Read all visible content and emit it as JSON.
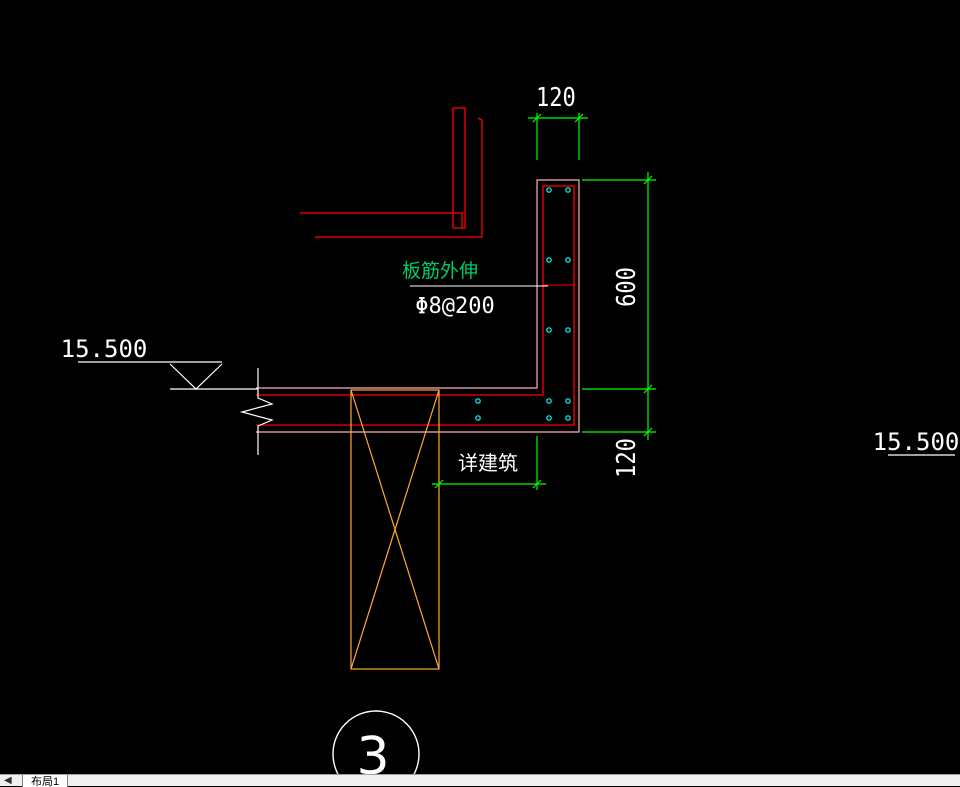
{
  "drawing": {
    "labels": {
      "dim_top": "120",
      "dim_right_upper": "600",
      "dim_right_lower": "120",
      "elevation_left": "15.500",
      "elevation_right": "15.500",
      "note_slab_rebar": "板筋外伸",
      "rebar_spec": "Φ8@200",
      "note_architecture": "详建筑",
      "detail_number": "3"
    },
    "colors": {
      "background": "#000000",
      "concrete_outline": "#ff0000",
      "cover_outline": "#ff9999",
      "dimension": "#00ff00",
      "text": "#ffffff",
      "note_text": "#00cc66",
      "rebar_dot": "#00ffff",
      "column": "#ffaa33",
      "leader": "#ffffff"
    }
  },
  "layout_tabs": {
    "active_tab": "布局1"
  }
}
